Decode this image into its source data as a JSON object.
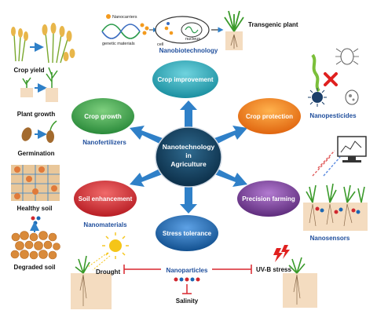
{
  "center": {
    "label_line1": "Nanotechnology",
    "label_line2": "in",
    "label_line3": "Agriculture"
  },
  "nodes": {
    "crop_improvement": "Crop improvement",
    "crop_growth": "Crop growth",
    "crop_protection": "Crop protection",
    "soil_enhancement": "Soil enhancement",
    "precision_farming": "Precision farming",
    "stress_tolerance": "Stress tolerance"
  },
  "node_colors": {
    "crop_improvement": "#2aa7b8",
    "crop_growth": "#3aa64a",
    "crop_protection": "#f07a1a",
    "soil_enhancement": "#d0282f",
    "precision_farming": "#7b3f98",
    "stress_tolerance": "#1b67b3",
    "center": "#0f3d5c"
  },
  "categories": {
    "nanobiotechnology": "Nanobiotechnology",
    "nanofertilizers": "Nanofertilizers",
    "nanopesticides": "Nanopesticides",
    "nanomaterials": "Nanomaterials",
    "nanosensors": "Nanosensors",
    "nanoparticles": "Nanoparticles"
  },
  "biotech_panel": {
    "nanocarriers": "Nanocarriers",
    "genetic_materials": "genetic materials",
    "cell": "cell",
    "nucleus": "nucleus",
    "transgenic_plant": "Transgenic plant"
  },
  "left_labels": {
    "crop_yield": "Crop yield",
    "plant_growth": "Plant growth",
    "germination": "Germination",
    "healthy_soil": "Healthy soil",
    "degraded_soil": "Degraded soil"
  },
  "stress": {
    "drought": "Drought",
    "salinity": "Salinity",
    "uvb_stress": "UV-B stress"
  }
}
